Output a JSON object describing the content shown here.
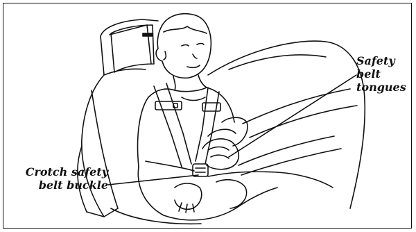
{
  "labels": {
    "safety_belt_tongues": [
      "Safety",
      "belt",
      "tongues"
    ],
    "crotch_safety_belt_buckle": [
      "Crotch safety",
      "belt buckle"
    ]
  },
  "colors": {
    "ink": "#111111",
    "paper": "#ffffff"
  }
}
